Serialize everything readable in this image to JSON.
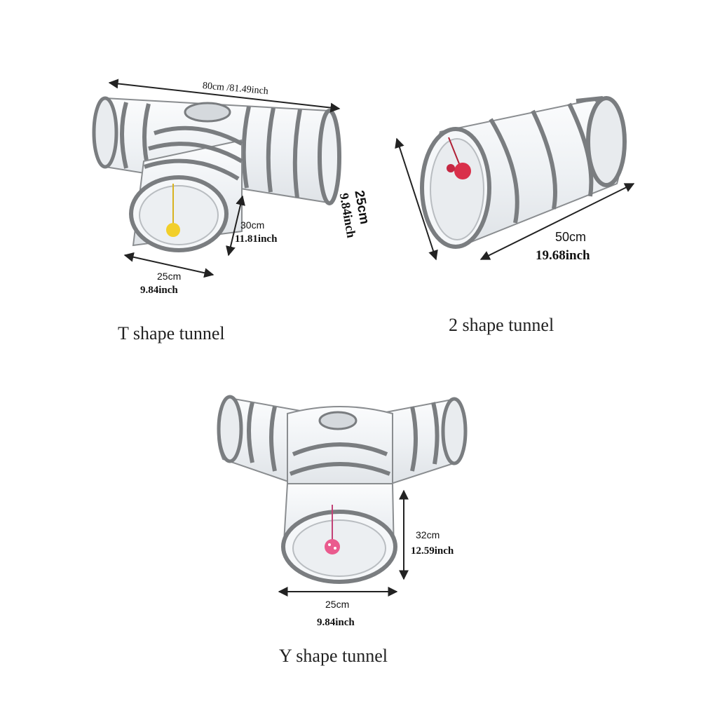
{
  "t_tunnel": {
    "caption": "T shape tunnel",
    "length_text": "80cm /81.49inch",
    "height_cm": "30cm",
    "height_in": "11.81inch",
    "width_cm": "25cm",
    "width_in": "9.84inch"
  },
  "two_tunnel": {
    "caption": "2 shape tunnel",
    "diameter_cm": "25cm",
    "diameter_in": "9.84inch",
    "length_cm": "50cm",
    "length_in": "19.68inch"
  },
  "y_tunnel": {
    "caption": "Y shape tunnel",
    "height_cm": "32cm",
    "height_in": "12.59inch",
    "width_cm": "25cm",
    "width_in": "9.84inch"
  },
  "colors": {
    "band": "#7a7d80",
    "fabric": "#f1f3f5",
    "yellow_ball": "#f2cf2a",
    "red_ball": "#d9304a",
    "pink_ball": "#ea5b8e"
  }
}
